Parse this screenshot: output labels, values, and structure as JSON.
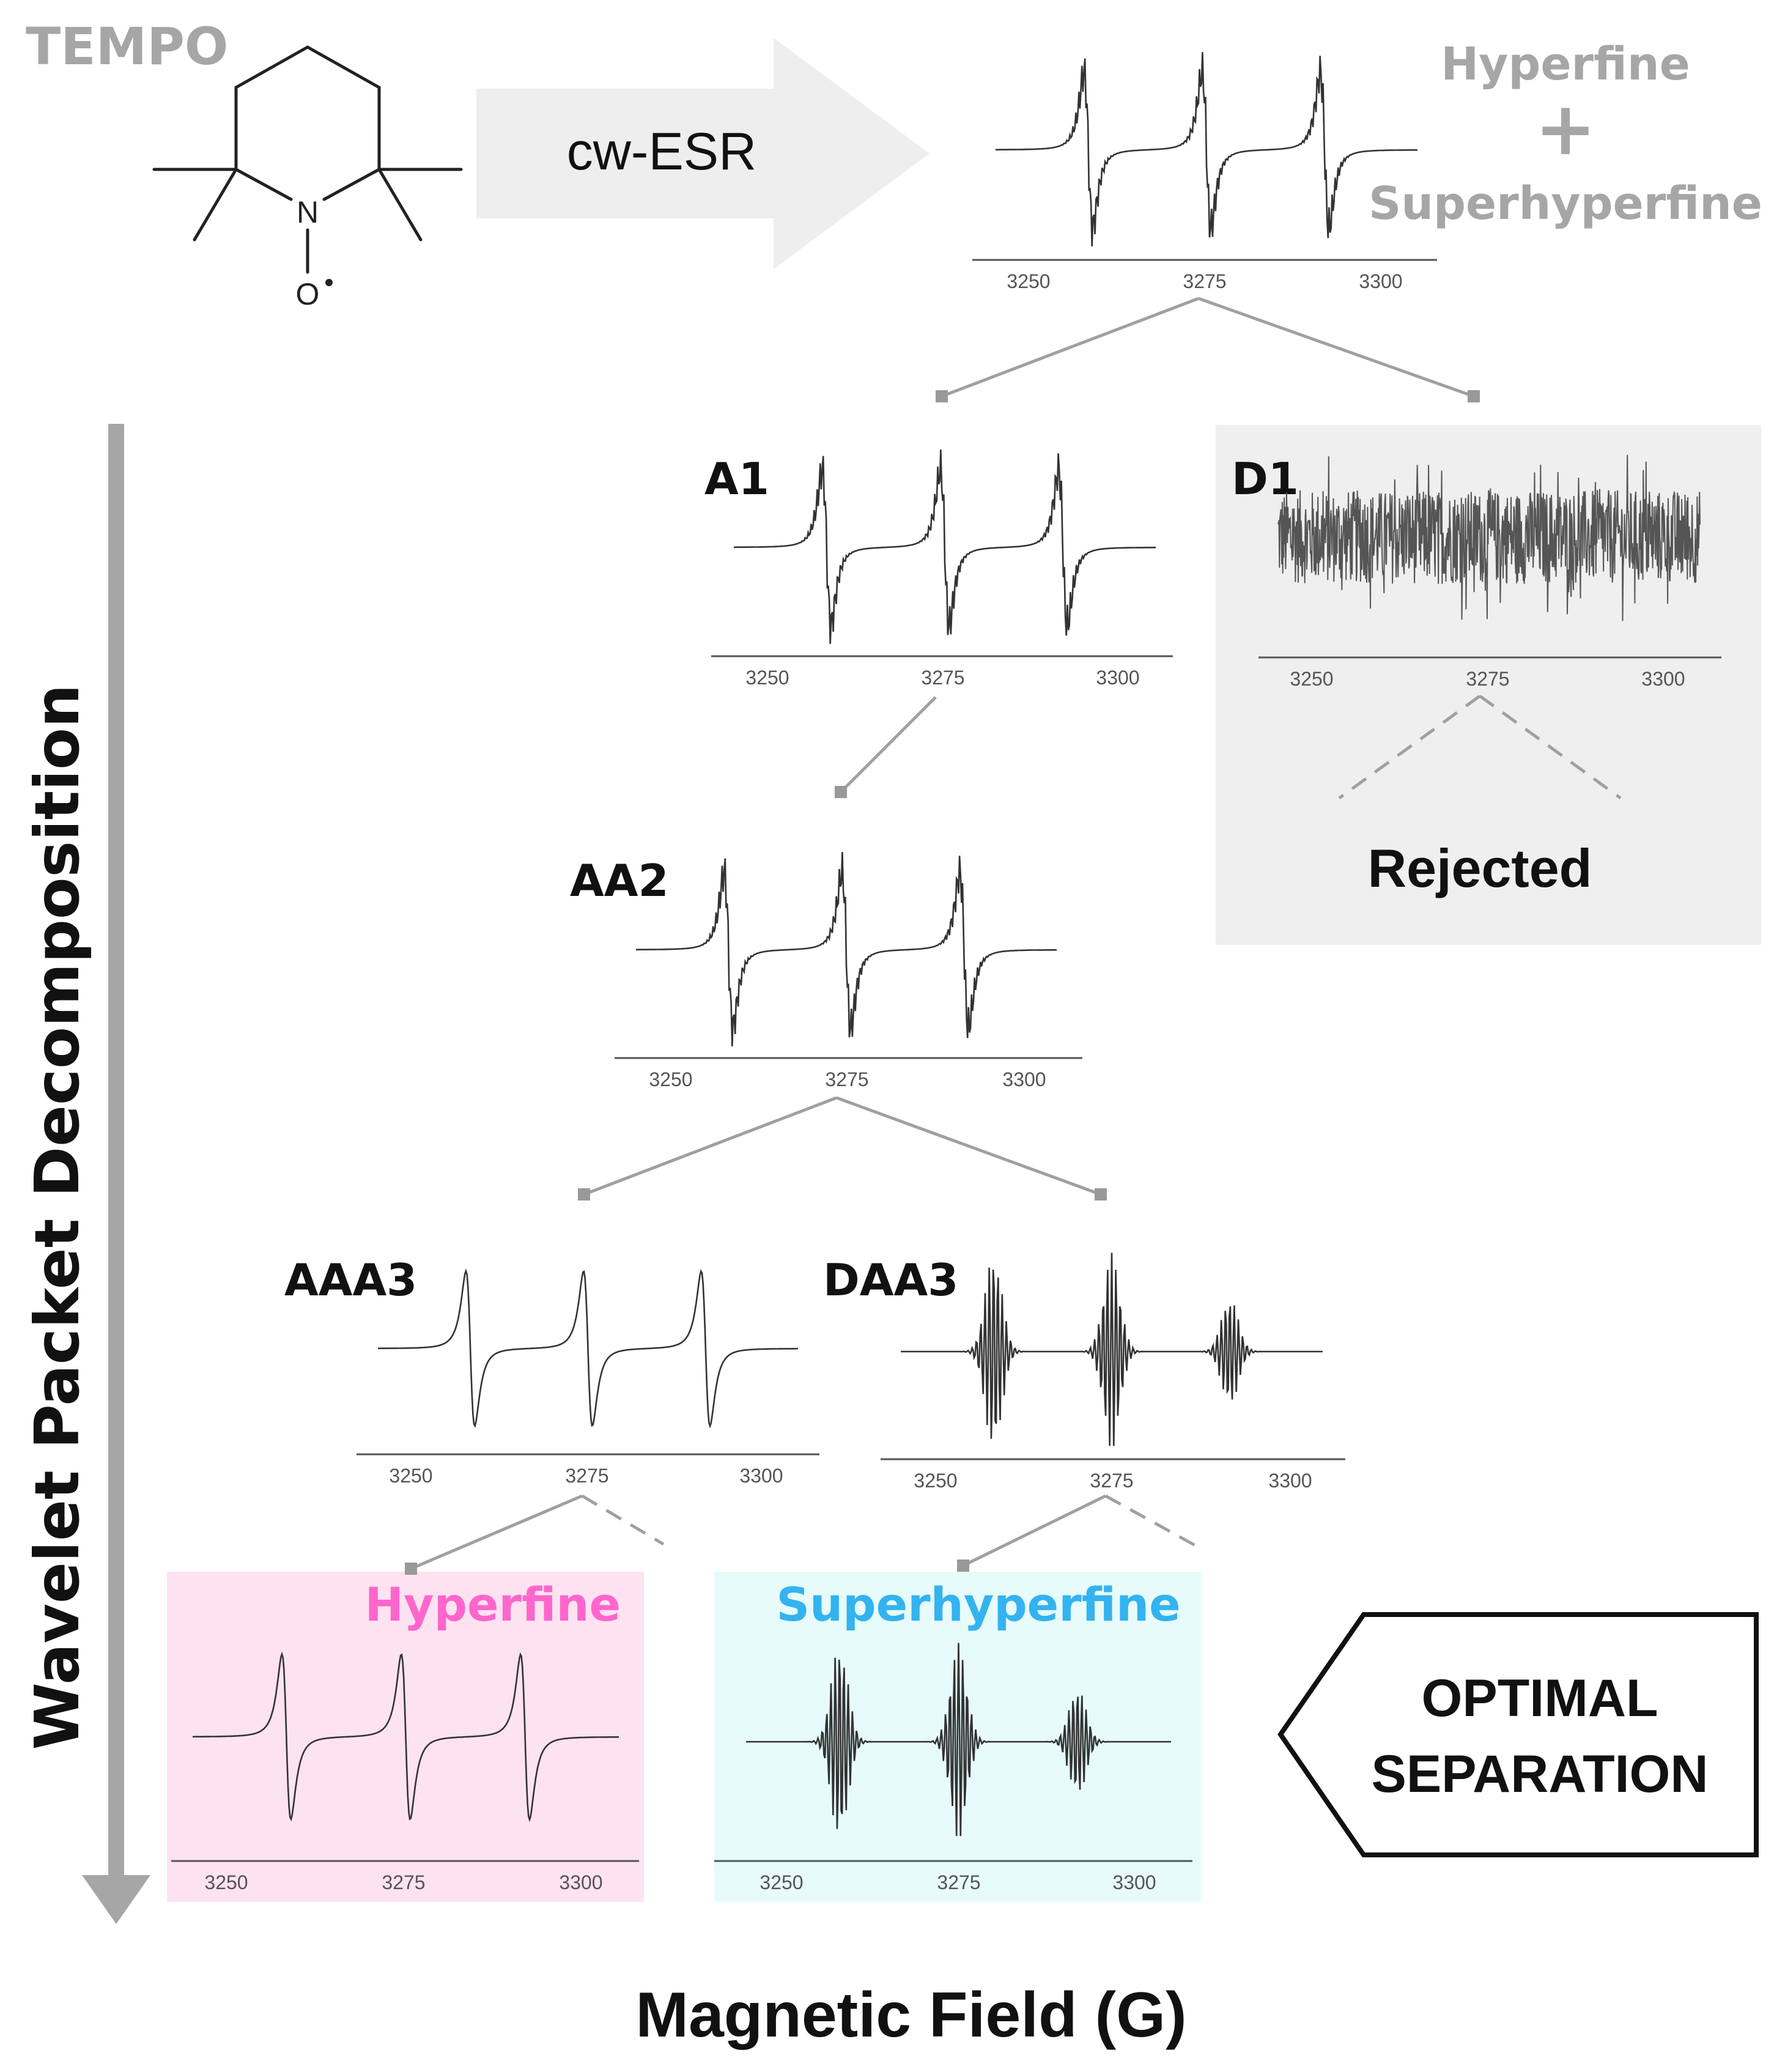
{
  "molecule": {
    "name": "TEMPO",
    "n_atom": "N",
    "o_atom": "O"
  },
  "method": "cw-ESR",
  "header_right": {
    "line1": "Hyperfine",
    "plus": "+",
    "line2": "Superhyperfine"
  },
  "vertical_label": "Wavelet Packet Decomposition",
  "tick_labels": [
    "3250",
    "3275",
    "3300"
  ],
  "nodes": {
    "root": {
      "label": "",
      "signal": "clean"
    },
    "a1": {
      "label": "A1",
      "signal": "clean"
    },
    "d1": {
      "label": "D1",
      "signal": "noise"
    },
    "aa2": {
      "label": "AA2",
      "signal": "clean"
    },
    "aaa3": {
      "label": "AAA3",
      "signal": "smooth"
    },
    "daa3": {
      "label": "DAA3",
      "signal": "packet"
    },
    "hyperfine": {
      "label": "Hyperfine",
      "signal": "smooth"
    },
    "superhyperfine": {
      "label": "Superhyperfine",
      "signal": "packet"
    }
  },
  "rejected_label": "Rejected",
  "optimal": {
    "line1": "OPTIMAL",
    "line2": "SEPARATION"
  },
  "x_axis_title": "Magnetic Field (G)",
  "colors": {
    "hyperfine_text": "#ff66cc",
    "superhyperfine_text": "#33b3ef",
    "hyperfine_bg": "#fde3f1",
    "superhyperfine_bg": "#e7fbfb",
    "rejected_bg": "#efefef",
    "gray_text": "#a6a6a6",
    "connector": "#a0a0a0"
  }
}
